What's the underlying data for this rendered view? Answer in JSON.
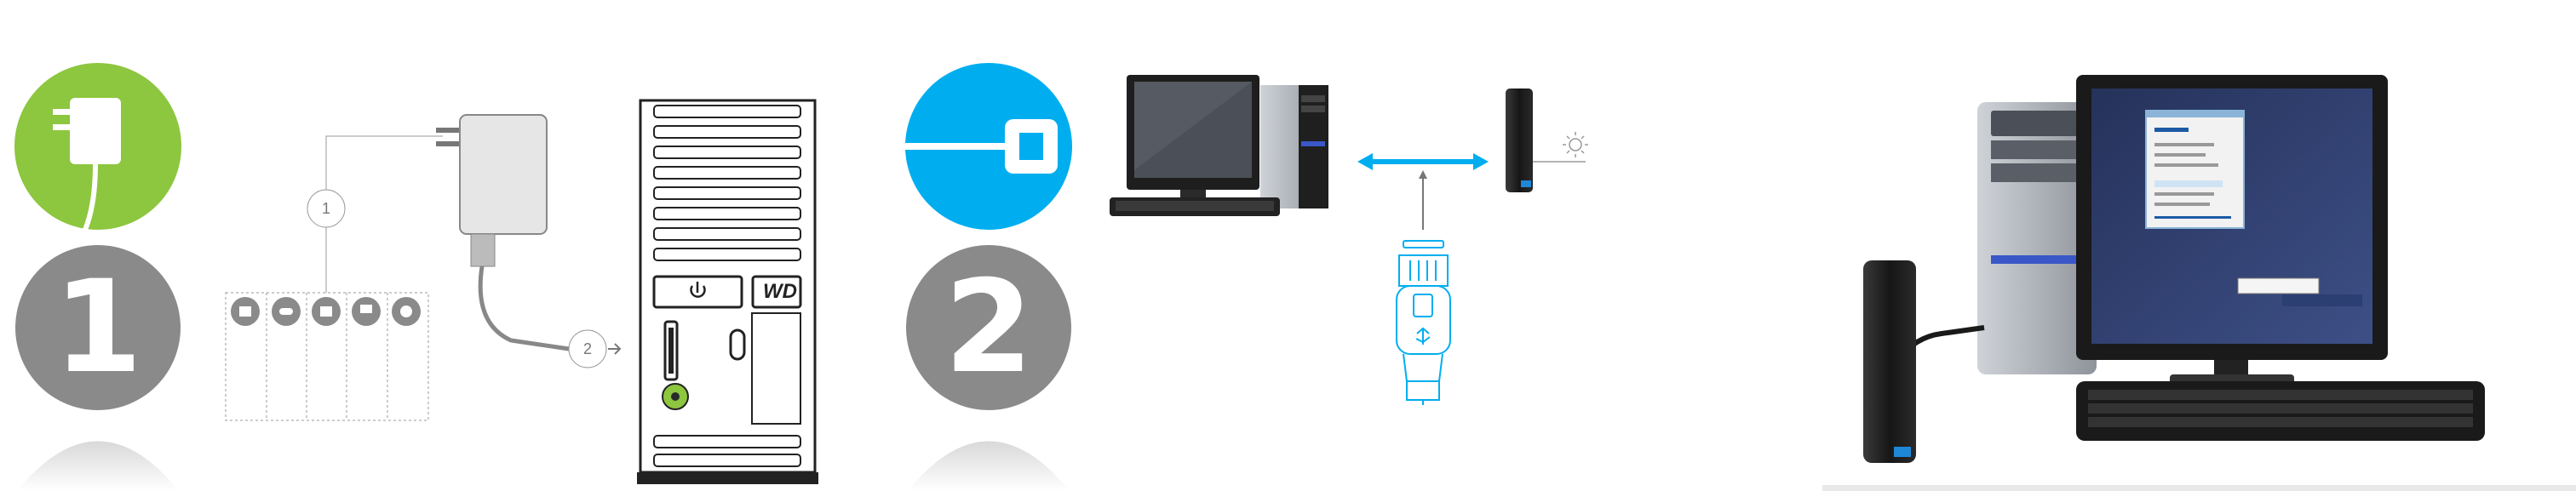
{
  "steps": [
    {
      "number": "1",
      "badge_icon": "power-adapter-icon",
      "badge_color": "#8dc63f"
    },
    {
      "number": "2",
      "badge_icon": "usb-cable-icon",
      "badge_color": "#00aeef"
    }
  ],
  "callouts": [
    "1",
    "2"
  ],
  "device_brand": "WD",
  "colors": {
    "gray_circle": "#8a8a8a",
    "green": "#8dc63f",
    "blue": "#00aeef",
    "line_gray": "#999999",
    "drive_black": "#1a1a1a"
  },
  "plug_types": [
    "plug-type-a-icon",
    "plug-type-b-icon",
    "plug-type-c-icon",
    "plug-type-d-icon",
    "plug-type-e-icon"
  ]
}
